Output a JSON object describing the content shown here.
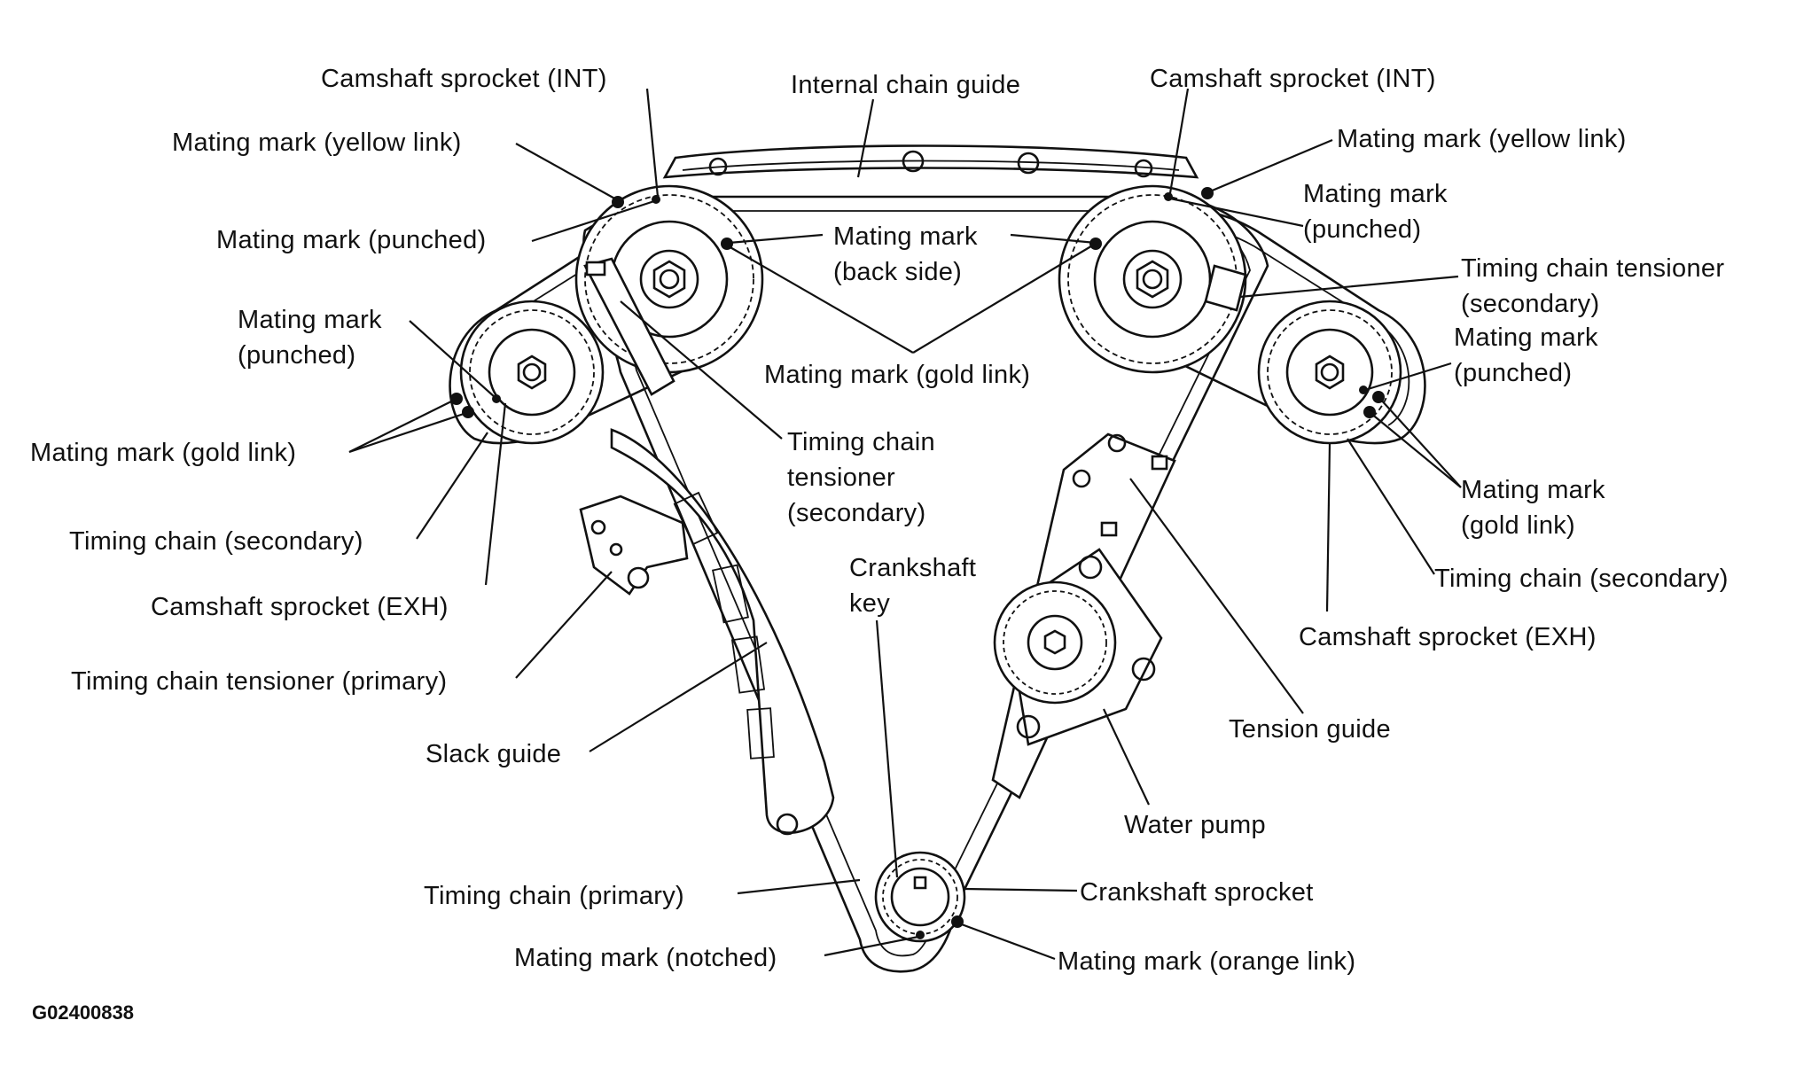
{
  "figure_id": "G02400838",
  "labels": {
    "cam_int_left": "Camshaft sprocket (INT)",
    "internal_guide": "Internal chain guide",
    "cam_int_right": "Camshaft sprocket (INT)",
    "mm_yellow_left": "Mating mark (yellow link)",
    "mm_yellow_right": "Mating mark (yellow link)",
    "mm_punched_right_top_1": "Mating mark",
    "mm_punched_right_top_2": "(punched)",
    "mm_punched_left_top": "Mating mark (punched)",
    "mm_back_1": "Mating mark",
    "mm_back_2": "(back side)",
    "tct_sec_right_1": "Timing chain tensioner",
    "tct_sec_right_2": "(secondary)",
    "mm_punched_left_1": "Mating mark",
    "mm_punched_left_2": "(punched)",
    "mm_punched_right_1": "Mating mark",
    "mm_punched_right_2": "(punched)",
    "mm_gold_center": "Mating mark (gold link)",
    "mm_gold_left": "Mating mark (gold link)",
    "tct_sec_center_1": "Timing chain",
    "tct_sec_center_2": "tensioner",
    "tct_sec_center_3": "(secondary)",
    "mm_gold_right_1": "Mating mark",
    "mm_gold_right_2": "(gold link)",
    "tc_sec_left": "Timing chain (secondary)",
    "tc_sec_right": "Timing chain (secondary)",
    "crank_key_1": "Crankshaft",
    "crank_key_2": "key",
    "cam_exh_left": "Camshaft sprocket (EXH)",
    "cam_exh_right": "Camshaft sprocket (EXH)",
    "tct_primary": "Timing chain tensioner (primary)",
    "tension_guide": "Tension guide",
    "slack_guide": "Slack guide",
    "water_pump": "Water pump",
    "tc_primary": "Timing chain (primary)",
    "crank_sprocket": "Crankshaft sprocket",
    "mm_notched": "Mating mark (notched)",
    "mm_orange": "Mating mark (orange link)"
  }
}
